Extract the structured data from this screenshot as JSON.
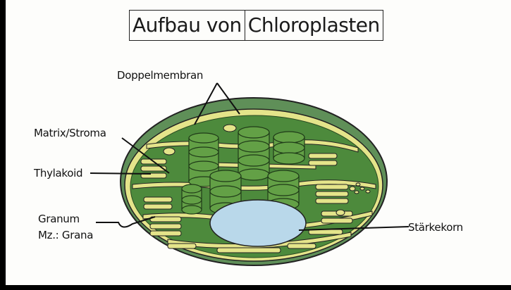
{
  "title": {
    "part1": "Aufbau von",
    "part2": "Chloroplasten"
  },
  "labels": {
    "doppelmembran": "Doppelmembran",
    "matrix": "Matrix/Stroma",
    "thylakoid": "Thylakoid",
    "granum": "Granum",
    "grana": "Mz.: Grana",
    "staerkekorn": "Stärkekorn"
  },
  "colors": {
    "outer_membrane": "#5f8f58",
    "stroma": "#4d8a3c",
    "membrane_yellow": "#e4e48a",
    "starch": "#b9d8ea"
  }
}
